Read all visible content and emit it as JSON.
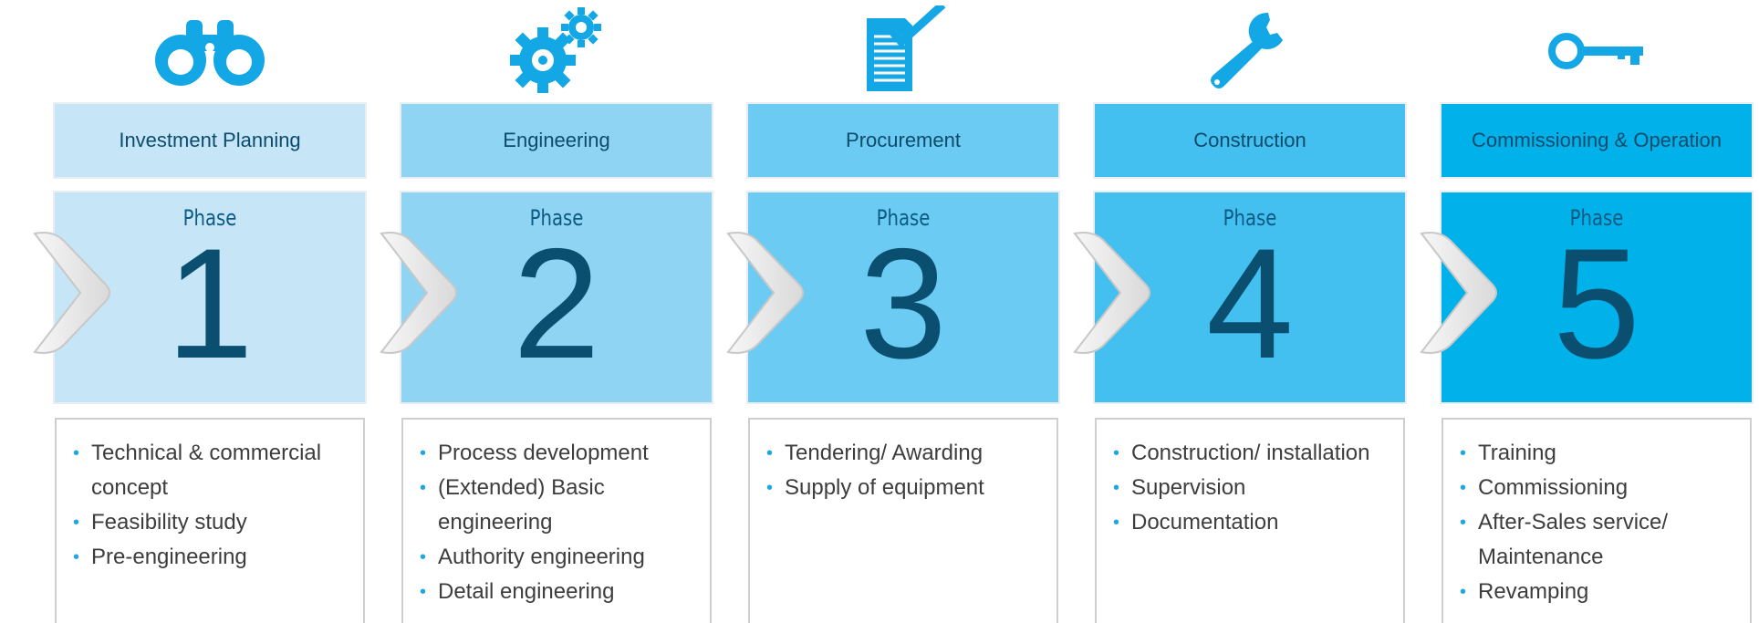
{
  "phase_label": "Phase",
  "phases": [
    {
      "icon": "binoculars-icon",
      "title": "Investment Planning",
      "number": "1",
      "color": "#c6e6f8",
      "items": [
        "Technical & commercial concept",
        "Feasibility study",
        "Pre-engineering"
      ]
    },
    {
      "icon": "gears-icon",
      "title": "Engineering",
      "number": "2",
      "color": "#8fd4f3",
      "items": [
        "Process development",
        "(Extended) Basic engineering",
        "Authority engineering",
        "Detail engineering"
      ]
    },
    {
      "icon": "document-check-icon",
      "title": "Procurement",
      "number": "3",
      "color": "#6ccbf2",
      "items": [
        "Tendering/ Awarding",
        "Supply of equipment"
      ]
    },
    {
      "icon": "wrench-icon",
      "title": "Construction",
      "number": "4",
      "color": "#43bff0",
      "items": [
        "Construction/ installation",
        "Supervision",
        "Documentation"
      ]
    },
    {
      "icon": "key-icon",
      "title": "Commissioning & Operation",
      "number": "5",
      "color": "#00b1ea",
      "items": [
        "Training",
        "Commissioning",
        "After-Sales service/ Maintenance",
        "Revamping"
      ]
    }
  ],
  "colors": {
    "icon": "#14a7e6",
    "number": "#0a4f70",
    "bullet": "#1ea7e1"
  }
}
